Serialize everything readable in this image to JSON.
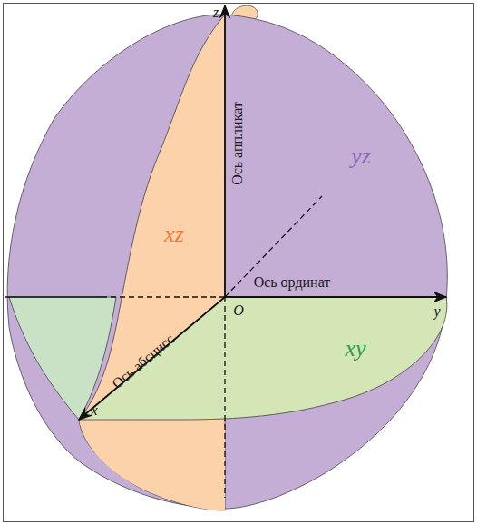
{
  "diagram": {
    "labels": [
      "z",
      "Ось аппликат",
      "yz",
      "xz",
      "Ось ординат",
      "O",
      "y",
      "xy",
      "Ось абсцисс",
      "x"
    ]
  }
}
